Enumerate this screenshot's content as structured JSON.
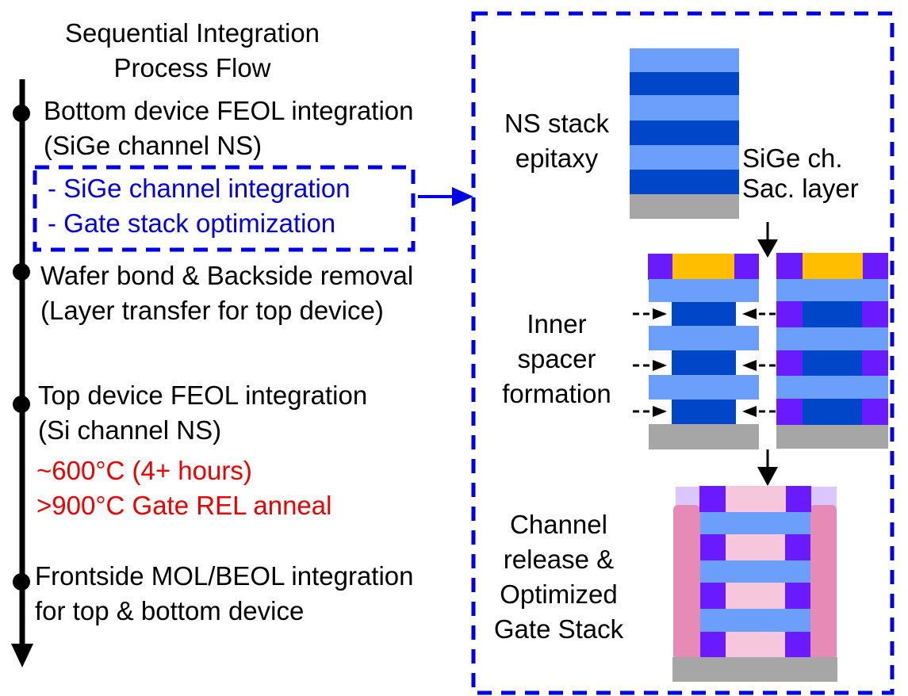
{
  "title": {
    "line1": "Sequential Integration",
    "line2": "Process Flow"
  },
  "flow_steps": [
    {
      "line1": "Bottom device FEOL integration",
      "line2": "(SiGe channel NS)"
    },
    {
      "line1": "Wafer bond & Backside removal",
      "line2": "(Layer transfer for top device)"
    },
    {
      "line1": "Top device FEOL integration",
      "line2": "(Si channel NS)"
    },
    {
      "line1": "Frontside MOL/BEOL integration",
      "line2": "for top & bottom device"
    }
  ],
  "highlight_box": {
    "items": [
      "- SiGe channel integration",
      "- Gate stack optimization"
    ]
  },
  "thermal_budget": {
    "line1": "~600°C (4+ hours)",
    "line2": ">900°C Gate REL anneal"
  },
  "detail_panel": {
    "stages": [
      {
        "label_lines": [
          "NS stack",
          "epitaxy"
        ]
      },
      {
        "label_lines": [
          "Inner",
          "spacer",
          "formation"
        ]
      },
      {
        "label_lines": [
          "Channel",
          "release &",
          "Optimized",
          "Gate Stack"
        ]
      }
    ],
    "layer_labels": [
      "SiGe ch.",
      "Sac. layer"
    ]
  },
  "colors": {
    "accent_blue": "#0000e6",
    "thermal_red": "#ee0000",
    "sige_channel": "#6b9ffb",
    "sacrificial": "#0046c8",
    "substrate": "#a6a6a6",
    "spacer": "#6a1aff",
    "gate_cap": "#ffbf00",
    "gate_metal": "#f5c6dc",
    "outer_spacer": "#e88ab6",
    "liner": "#dcc6ff"
  }
}
